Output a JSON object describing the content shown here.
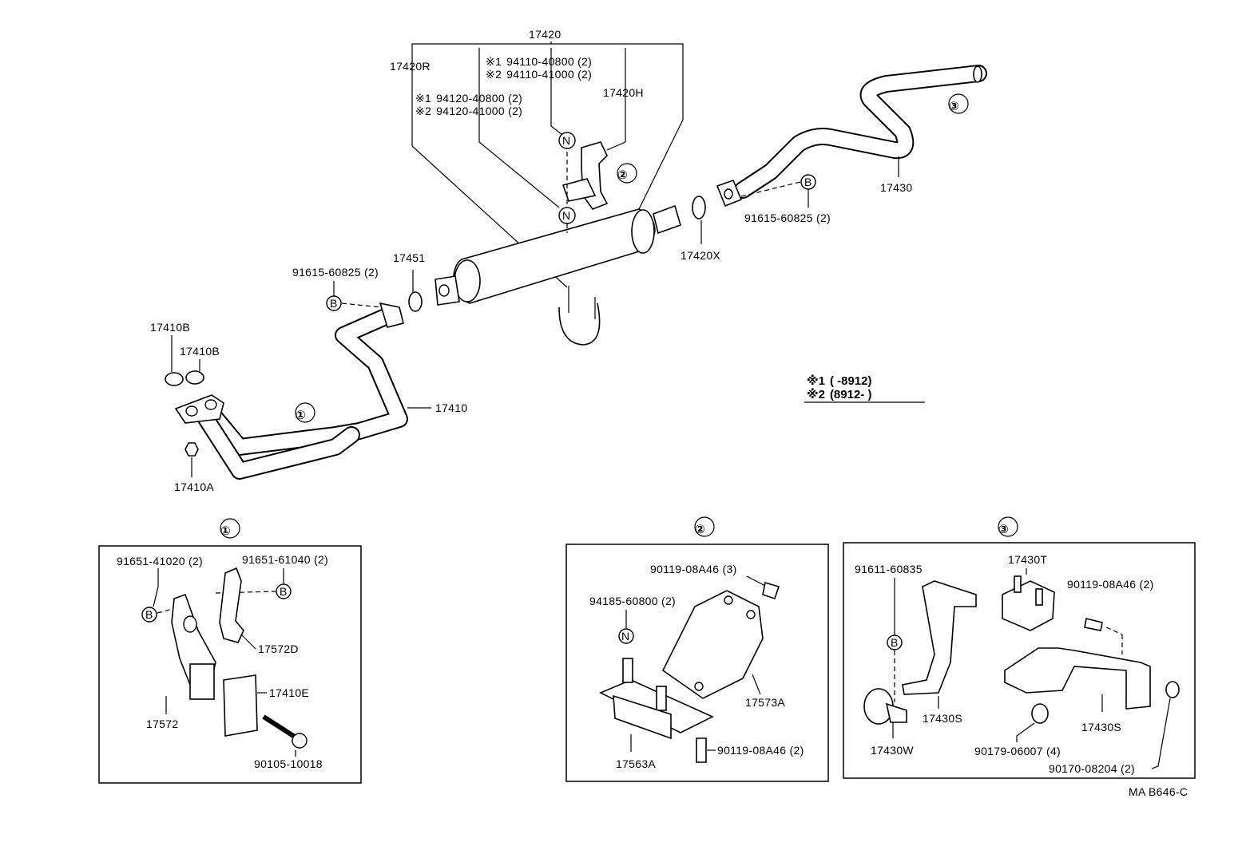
{
  "top_group": {
    "group_number": "17420",
    "left_label": "17420R",
    "hanger_label": "17420H",
    "bolt_lines": [
      {
        "mark": "※1",
        "text": "94110-40800 (2)"
      },
      {
        "mark": "※2",
        "text": "94110-41000 (2)"
      }
    ],
    "nut_lines": [
      {
        "mark": "※1",
        "text": "94120-40800 (2)"
      },
      {
        "mark": "※2",
        "text": "94120-41000 (2)"
      }
    ]
  },
  "main_labels": {
    "tailpipe": "17430",
    "tailpipe_bolt": "91615-60825 (2)",
    "gasket_rear": "17420X",
    "gasket_front": "17451",
    "front_bolt": "91615-60825 (2)",
    "manifold_gasket_1": "17410B",
    "manifold_gasket_2": "17410B",
    "front_pipe": "17410",
    "front_nut": "17410A"
  },
  "callout_markers": {
    "one": "①",
    "two": "②",
    "three": "③",
    "b_marker": "B",
    "n_marker": "N"
  },
  "legend": {
    "line1_mark": "※1",
    "line1_text": "(      -8912)",
    "line2_mark": "※2",
    "line2_text": "(8912-      )"
  },
  "detail_1": {
    "title": "①",
    "labels": {
      "bolt_a": "91651-41020 (2)",
      "bolt_b": "91651-61040 (2)",
      "bracket_d": "17572D",
      "bracket": "17572",
      "mount": "17410E",
      "bolt_c": "90105-10018"
    }
  },
  "detail_2": {
    "title": "②",
    "labels": {
      "bolt_top": "90119-08A46 (3)",
      "nut": "94185-60800 (2)",
      "bracket": "17573A",
      "insulator": "17563A",
      "bolt_bottom": "90119-08A46 (2)"
    }
  },
  "detail_3": {
    "title": "③",
    "labels": {
      "bolt_left": "91611-60835",
      "insulator": "17430T",
      "bolt_right": "90119-08A46 (2)",
      "bracket_left": "17430S",
      "bracket_right": "17430S",
      "clamp": "17430W",
      "cushion": "90179-06007 (4)",
      "nut": "90170-08204 (2)"
    }
  },
  "drawing_code": "MA B646-C"
}
